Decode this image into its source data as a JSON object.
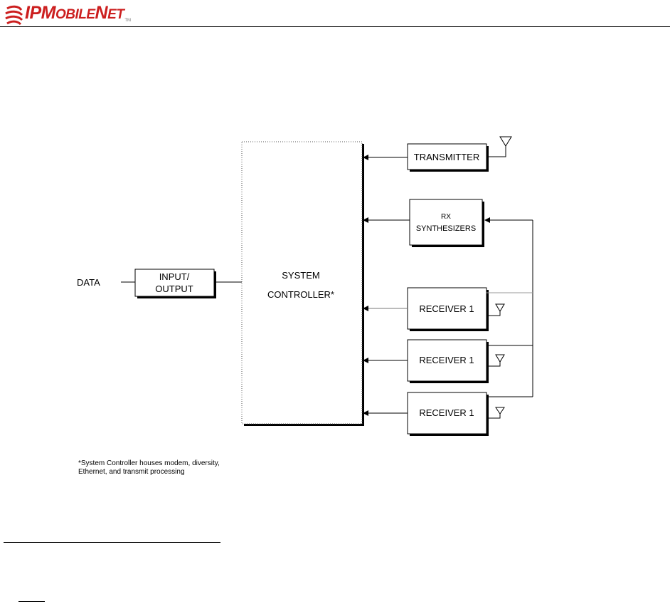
{
  "header": {
    "logo": {
      "prefix": "IP",
      "m": "M",
      "obile": "OBILE",
      "n": "N",
      "et": "ET",
      "tm": "TM"
    }
  },
  "diagram": {
    "blocks": {
      "system_controller": {
        "line1": "SYSTEM",
        "line2": "CONTROLLER*"
      },
      "transmitter": {
        "label": "TRANSMITTER"
      },
      "rx_synthesizers": {
        "line1": "RX",
        "line2": "SYNTHESIZERS"
      },
      "receivers": [
        "RECEIVER 1",
        "RECEIVER 1",
        "RECEIVER 1"
      ],
      "input_output": {
        "line1": "INPUT/",
        "line2": "OUTPUT"
      }
    },
    "data_label": "DATA"
  },
  "footnote": {
    "lines": [
      "*System Controller houses modem, diversity,",
      "Ethernet, and transmit processing"
    ]
  },
  "colors": {
    "logo_red": "#cc1f1f",
    "line": "#000000",
    "dotted_border": "#555555",
    "shadow": "#000000"
  }
}
